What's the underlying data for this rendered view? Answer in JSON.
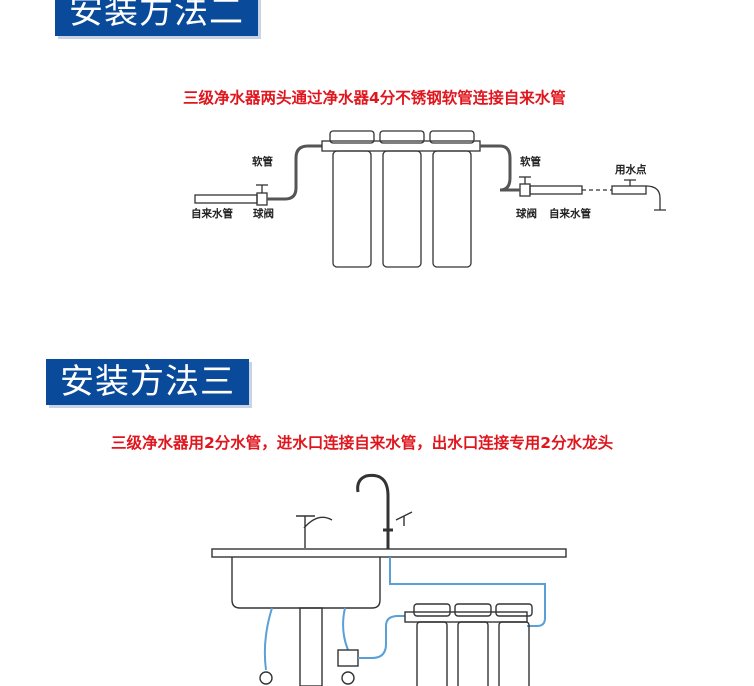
{
  "section_2": {
    "heading": "安装方法二",
    "caption": "三级净水器两头通过净水器4分不锈钢软管连接自来水管",
    "labels": {
      "hose_left": "软管",
      "tap_pipe_left": "自来水管",
      "ball_valve_left": "球阀",
      "hose_right": "软管",
      "ball_valve_right": "球阀",
      "tap_pipe_right": "自来水管",
      "water_point": "用水点"
    }
  },
  "section_3": {
    "heading": "安装方法三",
    "caption": "三级净水器用2分水管，进水口连接自来水管，出水口连接专用2分水龙头"
  },
  "colors": {
    "banner": "#0a4a9a",
    "caption": "#e0161e",
    "tube": "#5aa0d8"
  }
}
